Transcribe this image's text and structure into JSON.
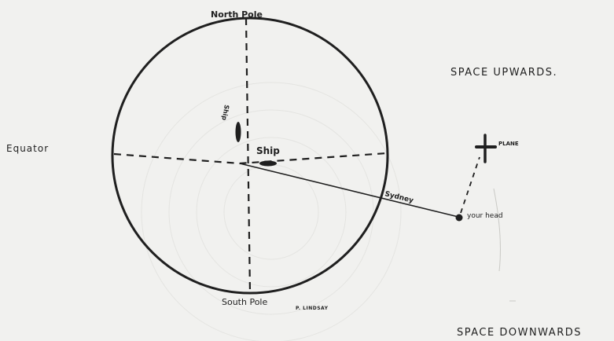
{
  "diagram": {
    "labels": {
      "north_pole": "North Pole",
      "south_pole": "South Pole",
      "equator": "Equator",
      "ship": "Ship",
      "ship_vertical": "Ship",
      "sydney": "Sydney",
      "your_head": "your head",
      "plane": "PLANE",
      "space_upwards": "SPACE UPWARDS.",
      "space_downwards": "SPACE DOWNWARDS",
      "signature": "P. LINDSAY"
    },
    "colors": {
      "paper": "#f1f1ef",
      "ink": "#1f1f1f"
    }
  }
}
